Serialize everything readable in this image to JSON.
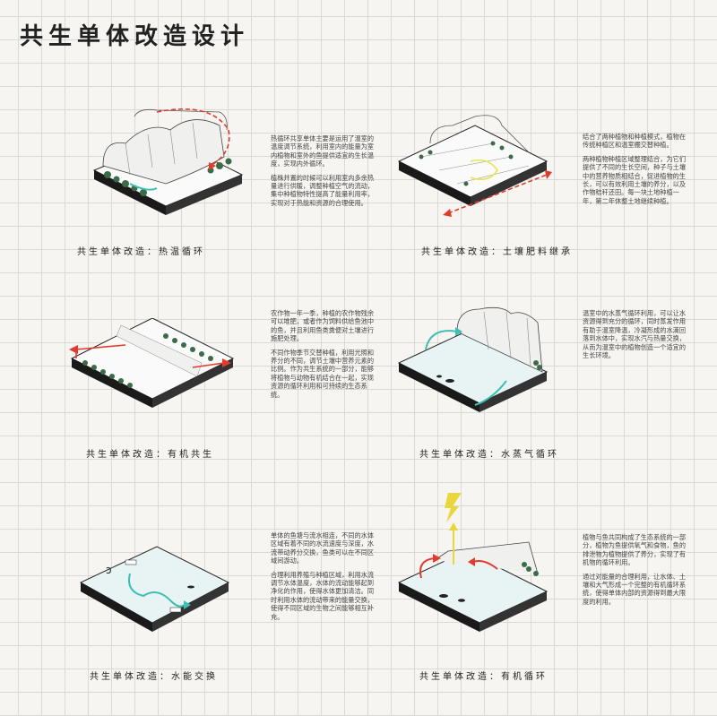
{
  "page": {
    "title": "共生单体改造设计"
  },
  "panels": [
    {
      "caption": "共生单体改造：热温循环",
      "text": [
        "热循环共享单体主要是运用了温室的温度调节系统，利用室内的能量为室内植物和室外的鱼提供适宜的生长温度，实现内外循环。",
        "植株并置的时候可以利用室内多余热量进行供暖，调整种植空气的流动，集中种植物特性提高了能量利用率，实现对于热能和资源的合理使用。"
      ]
    },
    {
      "caption": "共生单体改造：土壤肥料继承",
      "text": [
        "结合了两种植物和种植模式，植物在传统种植区和温室棚交替种植。",
        "两种植物种植区域整理结合，为它们提供了不同的生长空间，种子与土壤中的营养物质相结合，促进植物的生长，可以有效利用土壤的养分，以及作物秸秆还田。每一块土地种植一年，第二年休整土地继续种植。"
      ]
    },
    {
      "caption": "共生单体改造：有机共生",
      "text": [
        "农作物一年一季，种植的农作物残余可以堆肥，或者作为饲料供给鱼池中的鱼，并且利用鱼类粪便对土壤进行施肥处理。",
        "不同作物季节交替种植，利用光照和养分的不同，调节土壤中营养元素的比例。作为共生系统的一部分，能够将植物与动物有机结合在一起，实现资源的循环利用和可持续的生态系统。"
      ]
    },
    {
      "caption": "共生单体改造：水蒸气循环",
      "text": [
        "温室中的水蒸气循环利用，可以让水资源得到充分的循环，同时蒸发作用有助于温室降温，冷凝形成的水滴回落到水体中，实现水汽与热量交换，从而为温室中的植物创造一个适宜的生长环境。"
      ]
    },
    {
      "caption": "共生单体改造：水能交换",
      "text": [
        "单体的鱼塘与流水相连，不同的水体区域有着不同的水流速度与深度，水流带动养分交换，鱼类可以在不同区域间游动。",
        "合理利用养殖与种植区域，利用水流调节水体温度，水体的流动能够起到净化的作用，使得水体更加清洁。同时利用水体的流动带来的能量交换，使得不同区域的生物之间能够相互补充。"
      ]
    },
    {
      "caption": "共生单体改造：有机循环",
      "text": [
        "植物与鱼共同构成了生态系统的一部分，植物为鱼提供氧气和食物，鱼的排泄物为植物提供了养分，实现了有机物的循环利用。",
        "通过对能量的合理利用，让水体、土壤和大气形成一个完整的有机循环系统，使得单体内部的资源得到最大限度的利用。"
      ]
    }
  ]
}
